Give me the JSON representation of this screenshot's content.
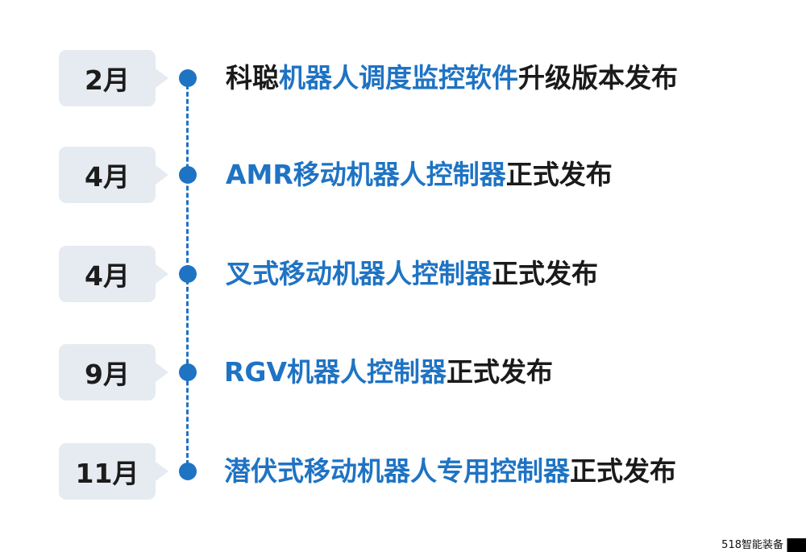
{
  "timeline": {
    "events": [
      {
        "month": "2月",
        "pre": "科聪",
        "highlight": "机器人调度监控软件",
        "post": "升级版本发布"
      },
      {
        "month": "4月",
        "pre": "",
        "highlight": "AMR移动机器人控制器",
        "post": "正式发布"
      },
      {
        "month": "4月",
        "pre": "",
        "highlight": "叉式移动机器人控制器",
        "post": "正式发布"
      },
      {
        "month": "9月",
        "pre": "",
        "highlight": "RGV机器人控制器",
        "post": "正式发布"
      },
      {
        "month": "11月",
        "pre": "",
        "highlight": "潜伏式移动机器人专用控制器",
        "post": "正式发布"
      }
    ]
  },
  "watermark": "518智能装备",
  "colors": {
    "accent": "#1f73c3",
    "box": "#e6ebf1",
    "text": "#1a1a1a"
  }
}
